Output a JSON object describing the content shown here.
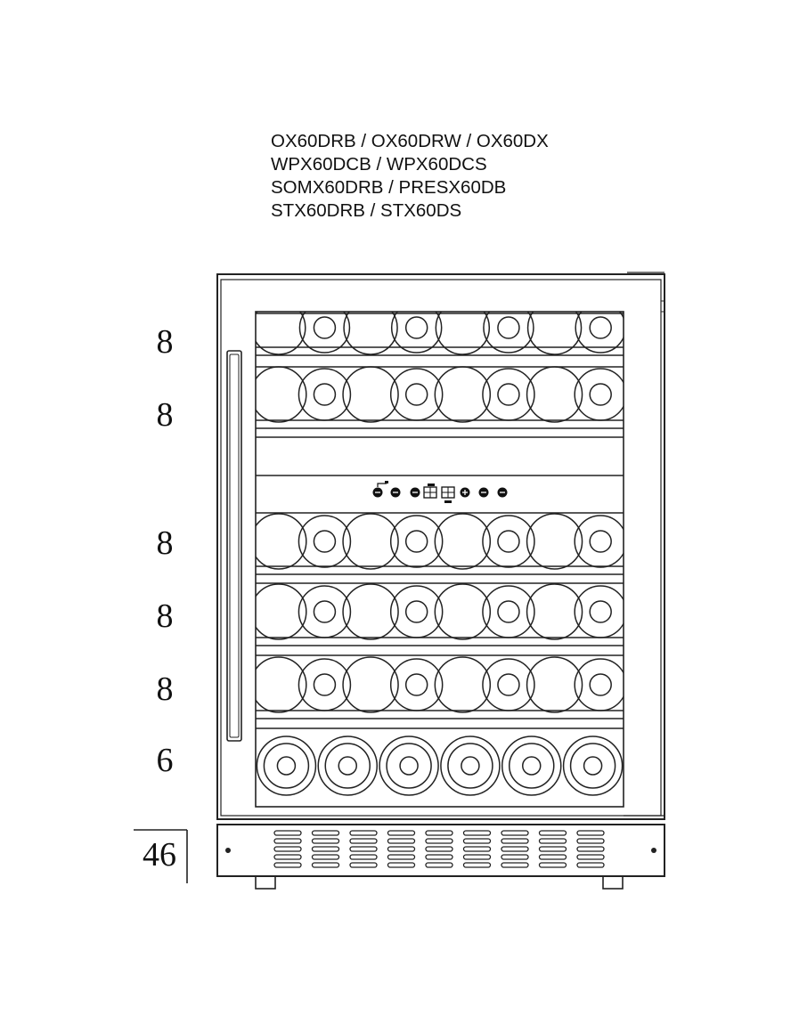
{
  "models": [
    "OX60DRB / OX60DRW / OX60DX",
    "WPX60DCB / WPX60DCS",
    "SOMX60DRB / PRESX60DB",
    "STX60DRB / STX60DS"
  ],
  "shelves": [
    {
      "count": "8",
      "bottles": 8,
      "style": "stagger"
    },
    {
      "count": "8",
      "bottles": 8,
      "style": "stagger"
    },
    {
      "count": "8",
      "bottles": 8,
      "style": "stagger"
    },
    {
      "count": "8",
      "bottles": 8,
      "style": "stagger"
    },
    {
      "count": "8",
      "bottles": 8,
      "style": "stagger"
    },
    {
      "count": "6",
      "bottles": 6,
      "style": "front"
    }
  ],
  "total": "46",
  "control_panel": {
    "icons": [
      "light-icon",
      "power-icon",
      "zone-icon",
      "display-icon",
      "display-icon",
      "plus-icon",
      "minus-icon",
      "minus-icon"
    ]
  }
}
